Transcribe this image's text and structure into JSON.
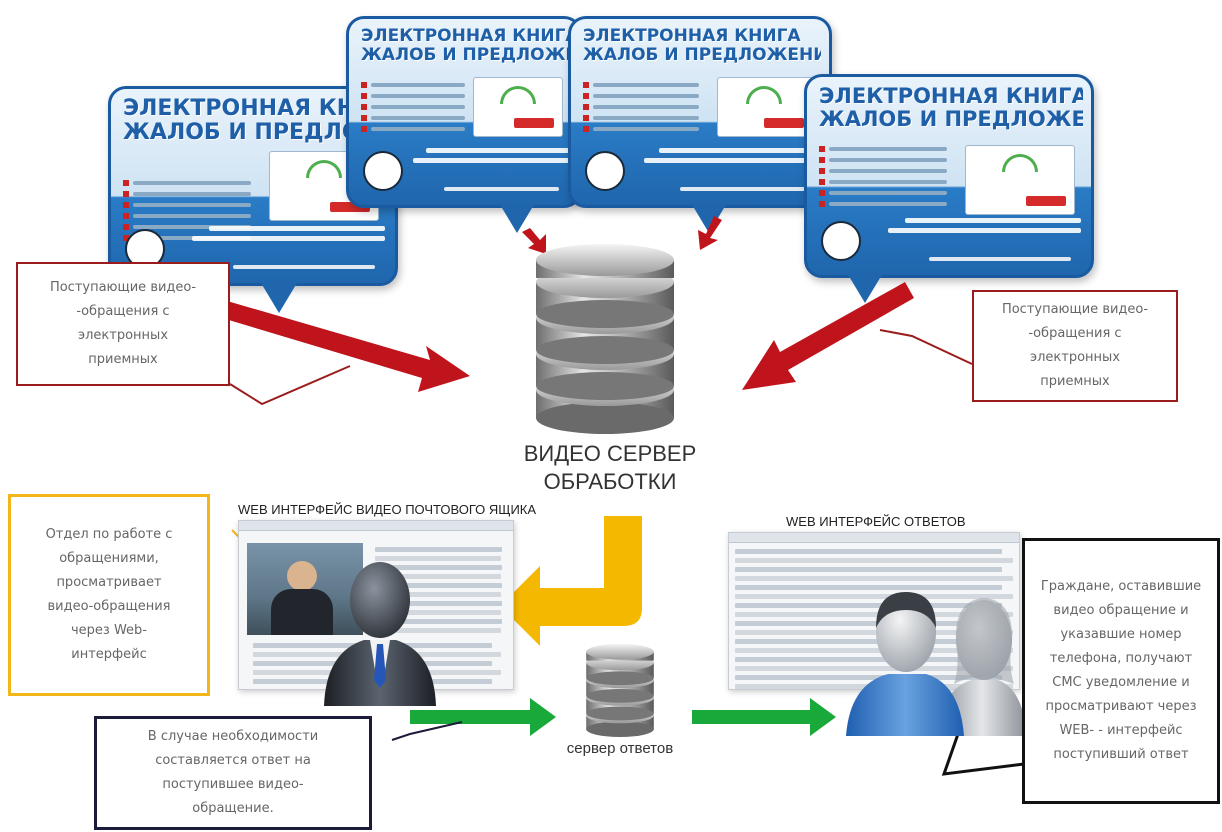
{
  "kiosk": {
    "title_line1": "ЭЛЕКТРОННАЯ КНИГА",
    "title_line2_a": "ЖАЛОБ И ПРЕДЛОЖЕН",
    "title_line2_b": "ЖАЛОБ И ПРЕДЛОЖЕНИЙ"
  },
  "notes": {
    "incoming_left": "Поступающие видео- -обращения с электронных приемных",
    "incoming_right": "Поступающие видео- -обращения с электронных приемных",
    "department": "Отдел по работе с обращениями, просматривает видео-обращения через Web-интерфейс",
    "reply_needed": "В случае необходимости составляется ответ на поступившее видео-обращение.",
    "citizens": "Граждане, оставившие видео обращение и указавшие номер телефона, получают СМС уведомление и просматривают через WEB- - интерфейс поступивший ответ"
  },
  "servers": {
    "main_label_line1": "ВИДЕО СЕРВЕР",
    "main_label_line2": "ОБРАБОТКИ",
    "reply_label": "сервер ответов"
  },
  "web": {
    "mailbox_title": "WEB ИНТЕРФЕЙС ВИДЕО ПОЧТОВОГО ЯЩИКА",
    "answers_title": "WEB ИНТЕРФЕЙС ОТВЕТОВ"
  },
  "colors": {
    "arrow_red": "#c0141c",
    "arrow_yellow": "#f5b800",
    "arrow_green": "#19a83a",
    "kiosk_blue": "#1f66ad"
  }
}
